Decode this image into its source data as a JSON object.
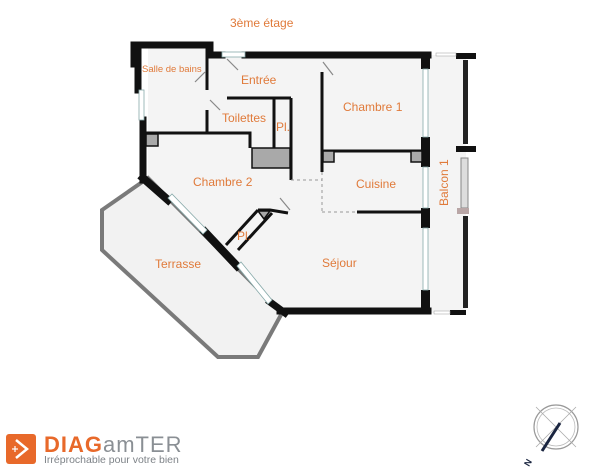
{
  "title": "3ème étage",
  "rooms": {
    "salle_de_bains": "Salle de bains",
    "entree": "Entrée",
    "toilettes": "Toilettes",
    "placard_1": "Pl.",
    "chambre_1": "Chambre 1",
    "chambre_2": "Chambre 2",
    "cuisine": "Cuisine",
    "placard_2": "Pl.",
    "sejour": "Séjour",
    "terrasse": "Terrasse",
    "balcon": "Balcon 1"
  },
  "compass": {
    "north_label": "N"
  },
  "logo": {
    "name_part1": "DIAG",
    "name_part2": "amTER",
    "tagline": "Irréprochable pour votre bien"
  },
  "colors": {
    "label": "#e07a3a",
    "wall": "#111111",
    "floor": "#f4f4f4",
    "brand": "#e8692a"
  }
}
